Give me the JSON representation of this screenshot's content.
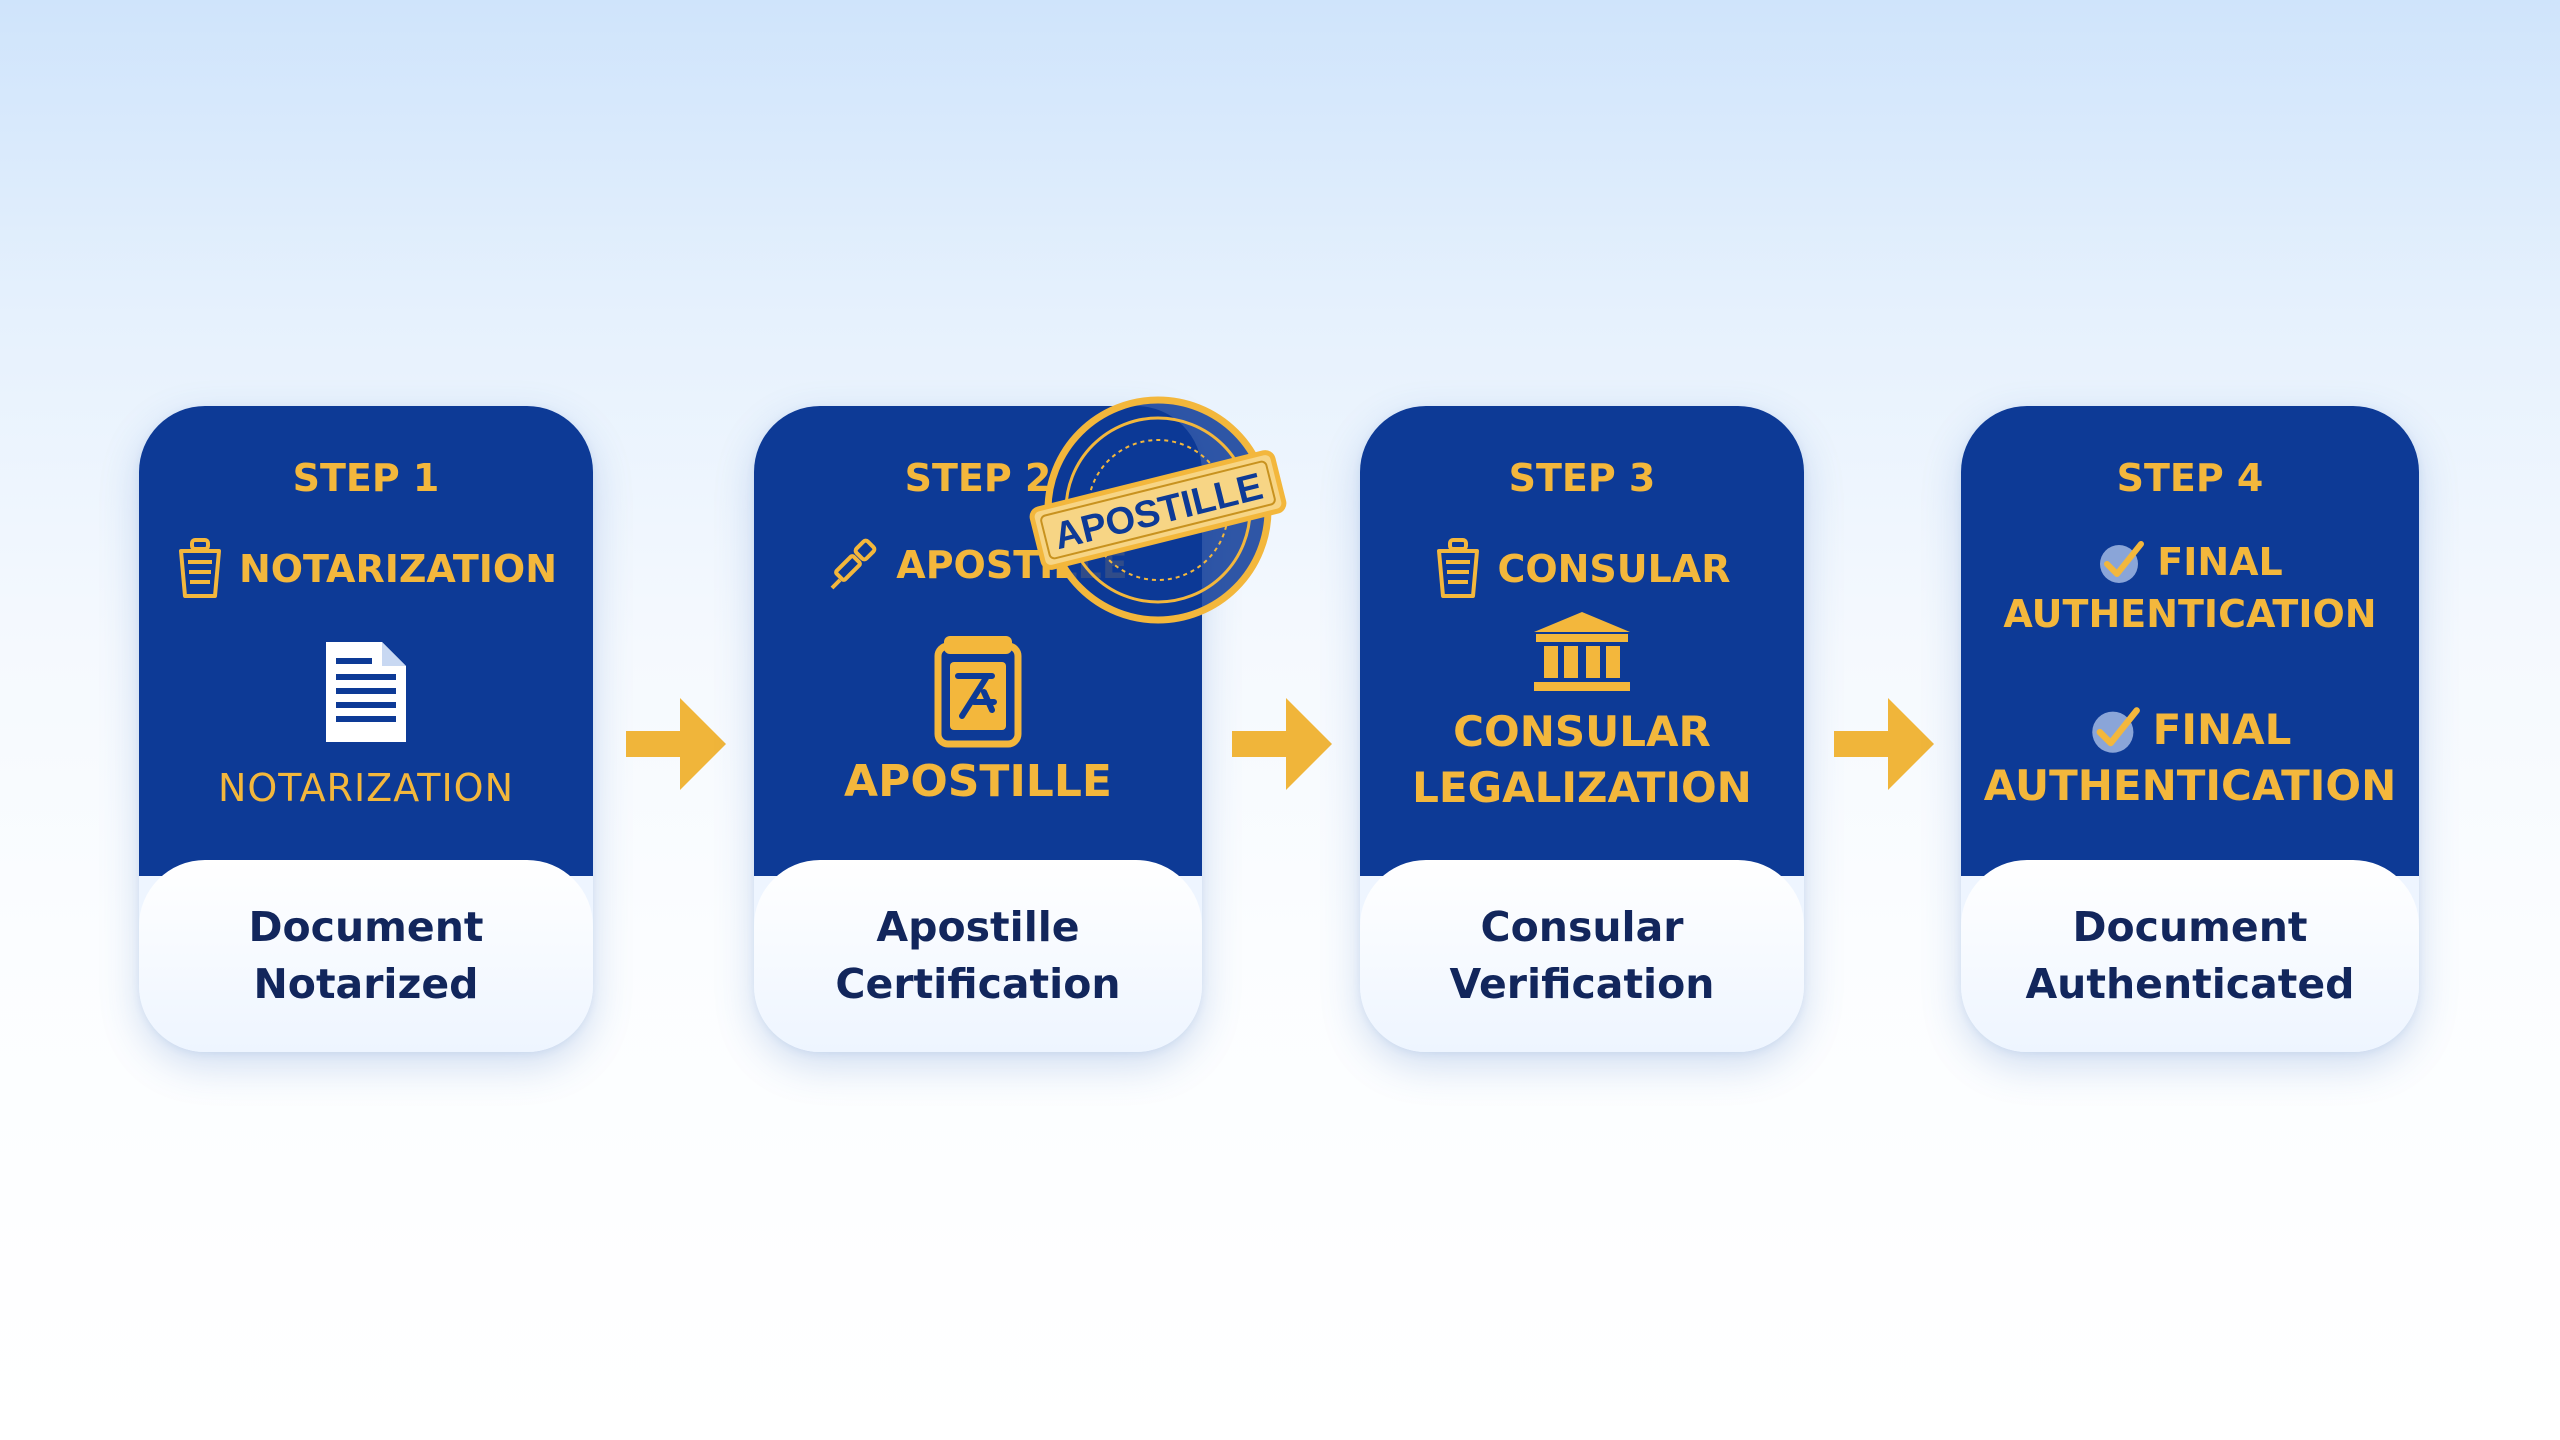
{
  "colors": {
    "card_blue": "#0d3a96",
    "gold": "#f3b73c",
    "navy_text": "#12265c",
    "panel": "#eef5ff"
  },
  "steps": [
    {
      "step": "STEP 1",
      "header": "NOTARIZATION",
      "header_icon": "notary-icon",
      "main_icon": "document-icon",
      "caption_lines": [
        "NOTARIZATION"
      ],
      "result_lines": [
        "Document",
        "Notarized"
      ]
    },
    {
      "step": "STEP 2",
      "header": "APOSTILLE",
      "header_icon": "pen-icon",
      "main_icon": "certificate-icon",
      "caption_lines": [
        "APOSTILLE"
      ],
      "result_lines": [
        "Apostille",
        "Certification"
      ],
      "stamp": {
        "label": "APOSTILLE"
      }
    },
    {
      "step": "STEP 3",
      "header": "CONSULAR",
      "header_icon": "notary-icon",
      "main_icon": "consulate-building-icon",
      "caption_lines": [
        "CONSULAR",
        "LEGALIZATION"
      ],
      "result_lines": [
        "Consular",
        "Verification"
      ]
    },
    {
      "step": "STEP 4",
      "header_lines": [
        "FINAL",
        "AUTHENTICATION"
      ],
      "header_icon": "checkmark-badge-icon",
      "main_icon": "checkmark-badge-icon",
      "caption_lines": [
        "FINAL",
        "AUTHENTICATION"
      ],
      "result_lines": [
        "Document",
        "Authenticated"
      ]
    }
  ]
}
